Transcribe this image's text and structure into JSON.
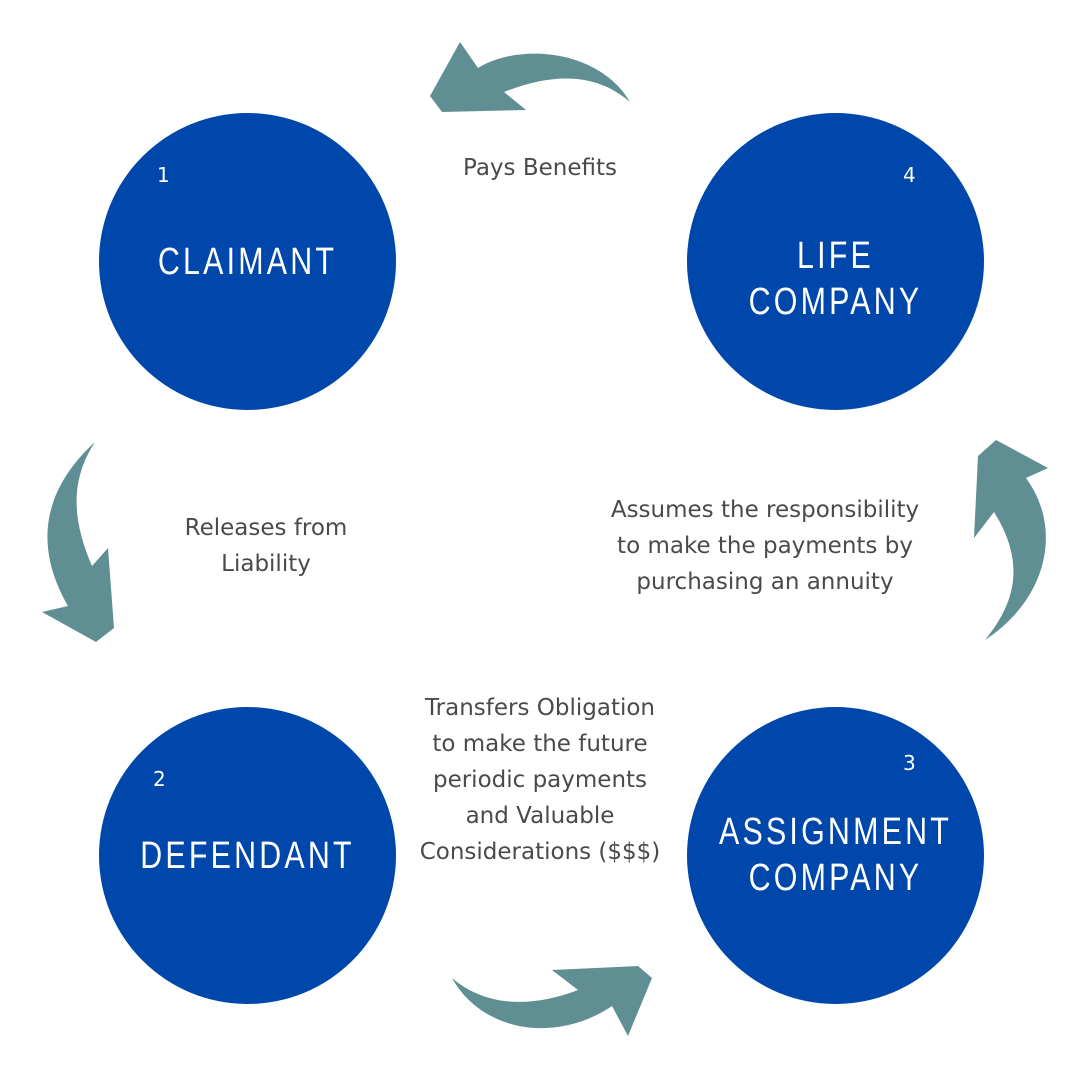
{
  "colors": {
    "circle": "#0047AB",
    "arrow": "#5F8F93",
    "text": "#4a4a4a"
  },
  "nodes": {
    "claimant": {
      "number": "1",
      "title": "CLAIMANT"
    },
    "defendant": {
      "number": "2",
      "title": "DEFENDANT"
    },
    "assignment": {
      "number": "3",
      "title_line1": "ASSIGNMENT",
      "title_line2": "COMPANY"
    },
    "life": {
      "number": "4",
      "title": "LIFE COMPANY"
    }
  },
  "edges": {
    "pays_benefits": "Pays Benefits",
    "releases": {
      "line1": "Releases from",
      "line2": "Liability"
    },
    "transfers": {
      "line1": "Transfers Obligation",
      "line2": "to make the future",
      "line3": "periodic payments",
      "line4": "and Valuable",
      "line5": "Considerations ($$$)"
    },
    "assumes": {
      "line1": "Assumes the responsibility",
      "line2": "to make the payments by",
      "line3": "purchasing an annuity"
    }
  }
}
